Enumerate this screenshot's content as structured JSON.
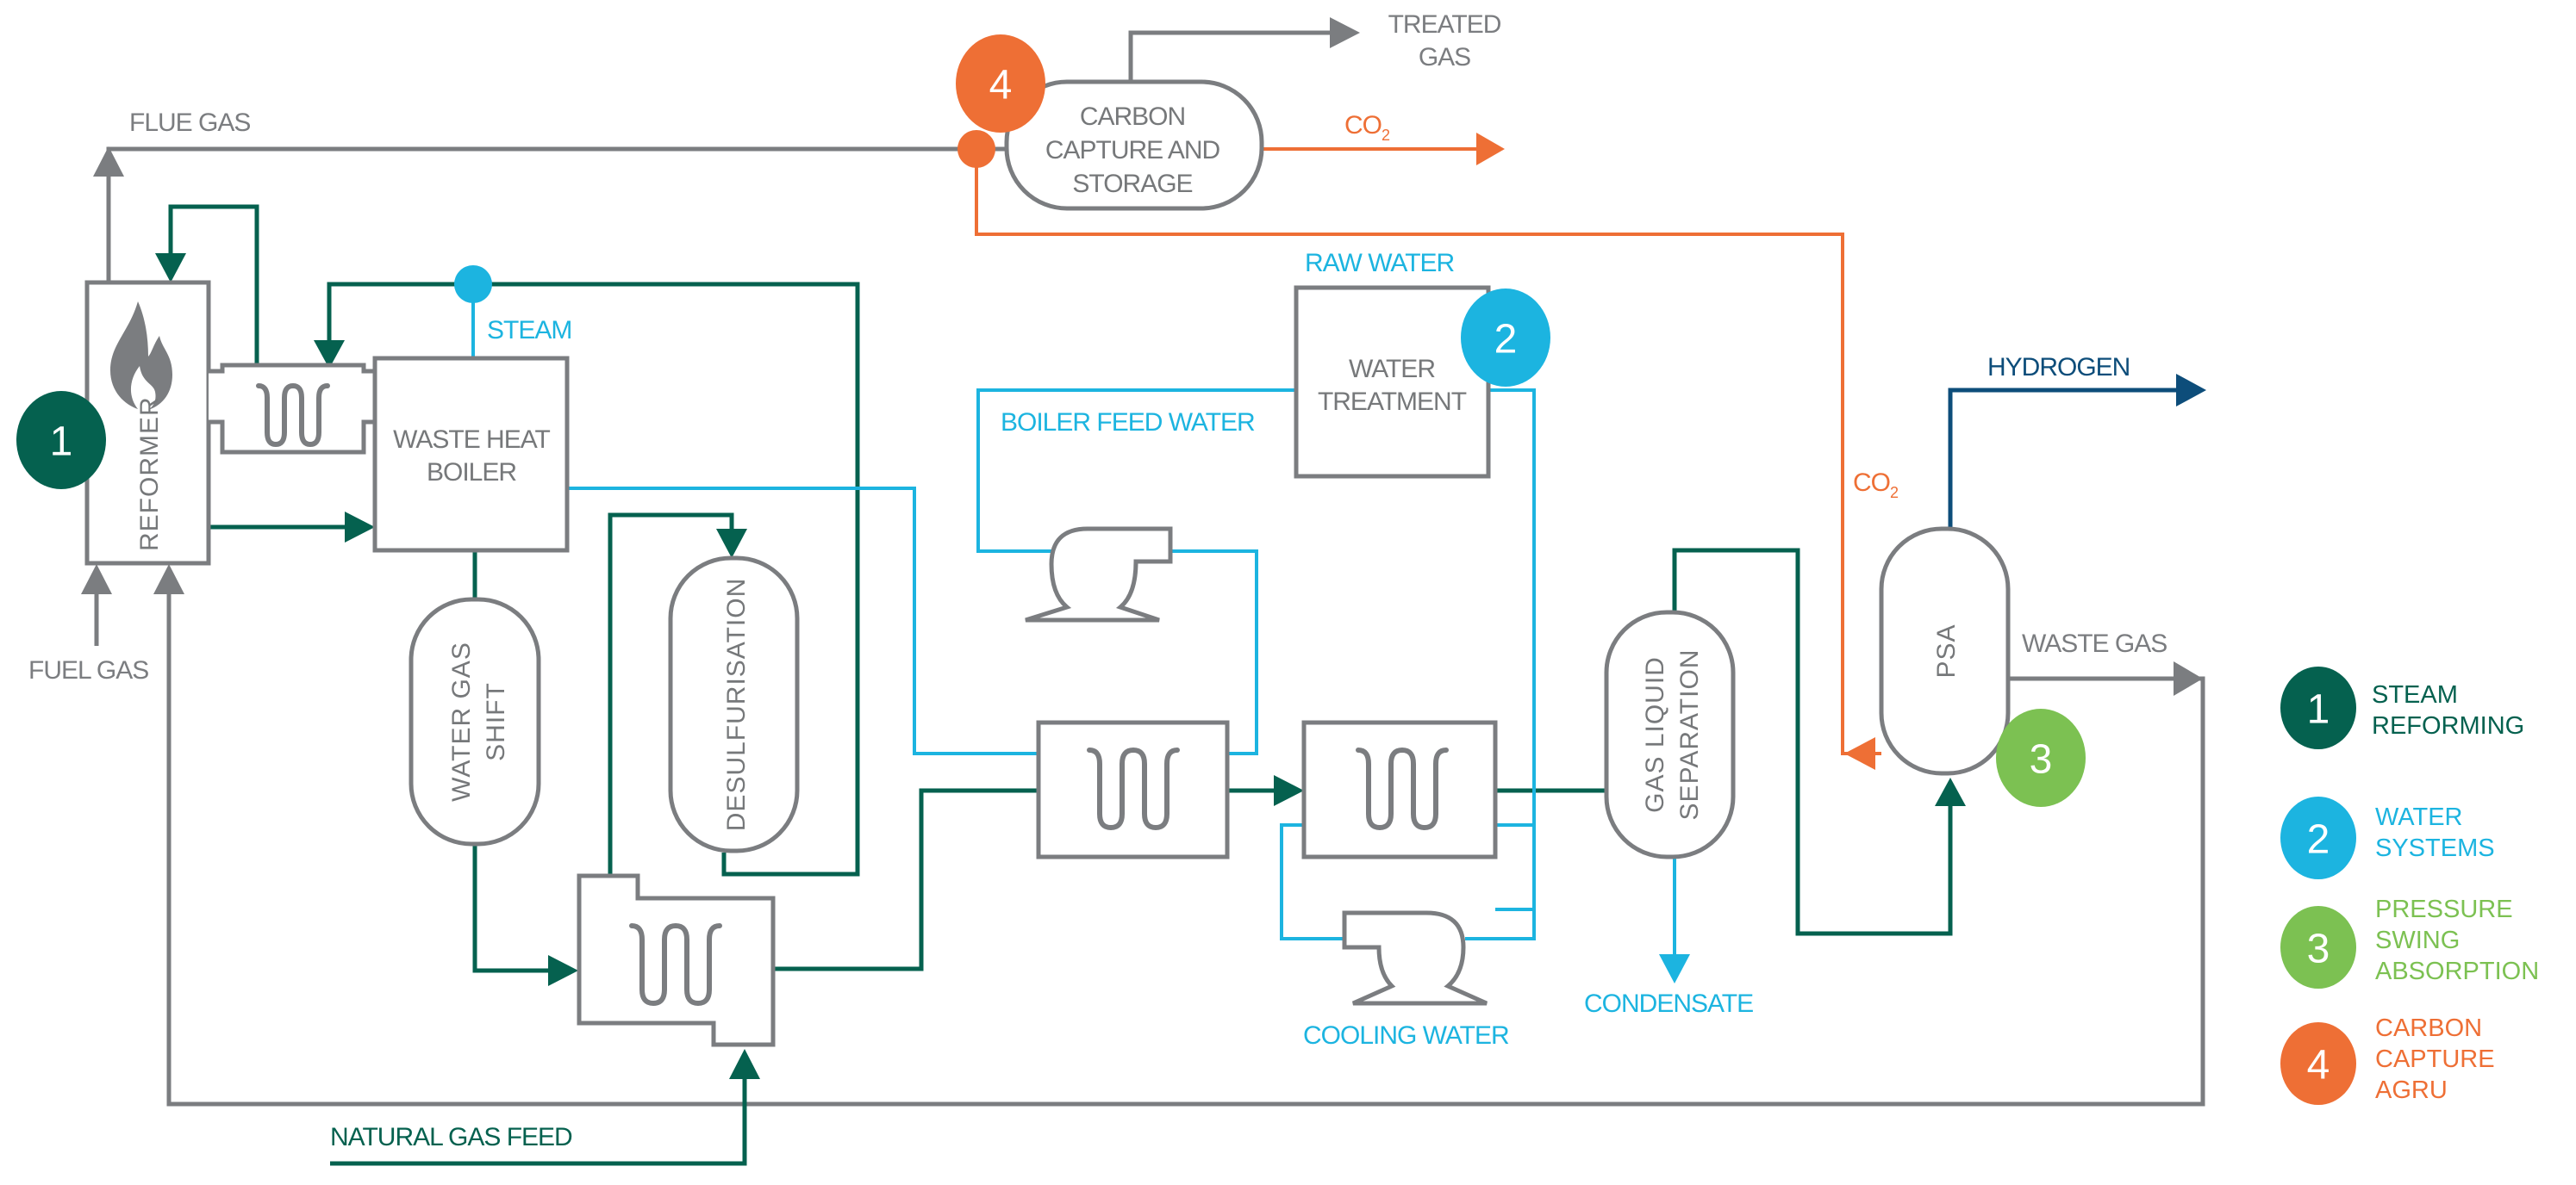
{
  "colors": {
    "grey": "#7b7d80",
    "teal": "#05614f",
    "cyan": "#1cb4e0",
    "green": "#7cc152",
    "orange": "#ee6f35",
    "navy": "#0d4d7a"
  },
  "units": {
    "reformer": "REFORMER",
    "waste_heat_boiler": [
      "WASTE HEAT",
      "BOILER"
    ],
    "water_gas_shift": [
      "WATER GAS",
      "SHIFT"
    ],
    "desulfurisation": "DESULFURISATION",
    "water_treatment": [
      "WATER",
      "TREATMENT"
    ],
    "gas_liquid_separation": [
      "GAS LIQUID",
      "SEPARATION"
    ],
    "psa": "PSA",
    "carbon_capture": [
      "CARBON",
      "CAPTURE AND",
      "STORAGE"
    ]
  },
  "streams": {
    "flue_gas": "FLUE GAS",
    "fuel_gas": "FUEL GAS",
    "steam": "STEAM",
    "raw_water": "RAW WATER",
    "boiler_feed_water": "BOILER FEED WATER",
    "cooling_water": "COOLING WATER",
    "condensate": "CONDENSATE",
    "hydrogen": "HYDROGEN",
    "waste_gas": "WASTE GAS",
    "natural_gas_feed": "NATURAL GAS FEED",
    "treated_gas": [
      "TREATED",
      "GAS"
    ],
    "co2_main": "CO",
    "co2_sub": "2",
    "co2_return": "CO",
    "co2_return_sub": "2"
  },
  "badges": {
    "b1": "1",
    "b2": "2",
    "b3": "3",
    "b4": "4"
  },
  "legend": [
    {
      "number": "1",
      "lines": [
        "STEAM",
        "REFORMING"
      ]
    },
    {
      "number": "2",
      "lines": [
        "WATER",
        "SYSTEMS"
      ]
    },
    {
      "number": "3",
      "lines": [
        "PRESSURE",
        "SWING",
        "ABSORPTION"
      ]
    },
    {
      "number": "4",
      "lines": [
        "CARBON",
        "CAPTURE",
        "AGRU"
      ]
    }
  ]
}
